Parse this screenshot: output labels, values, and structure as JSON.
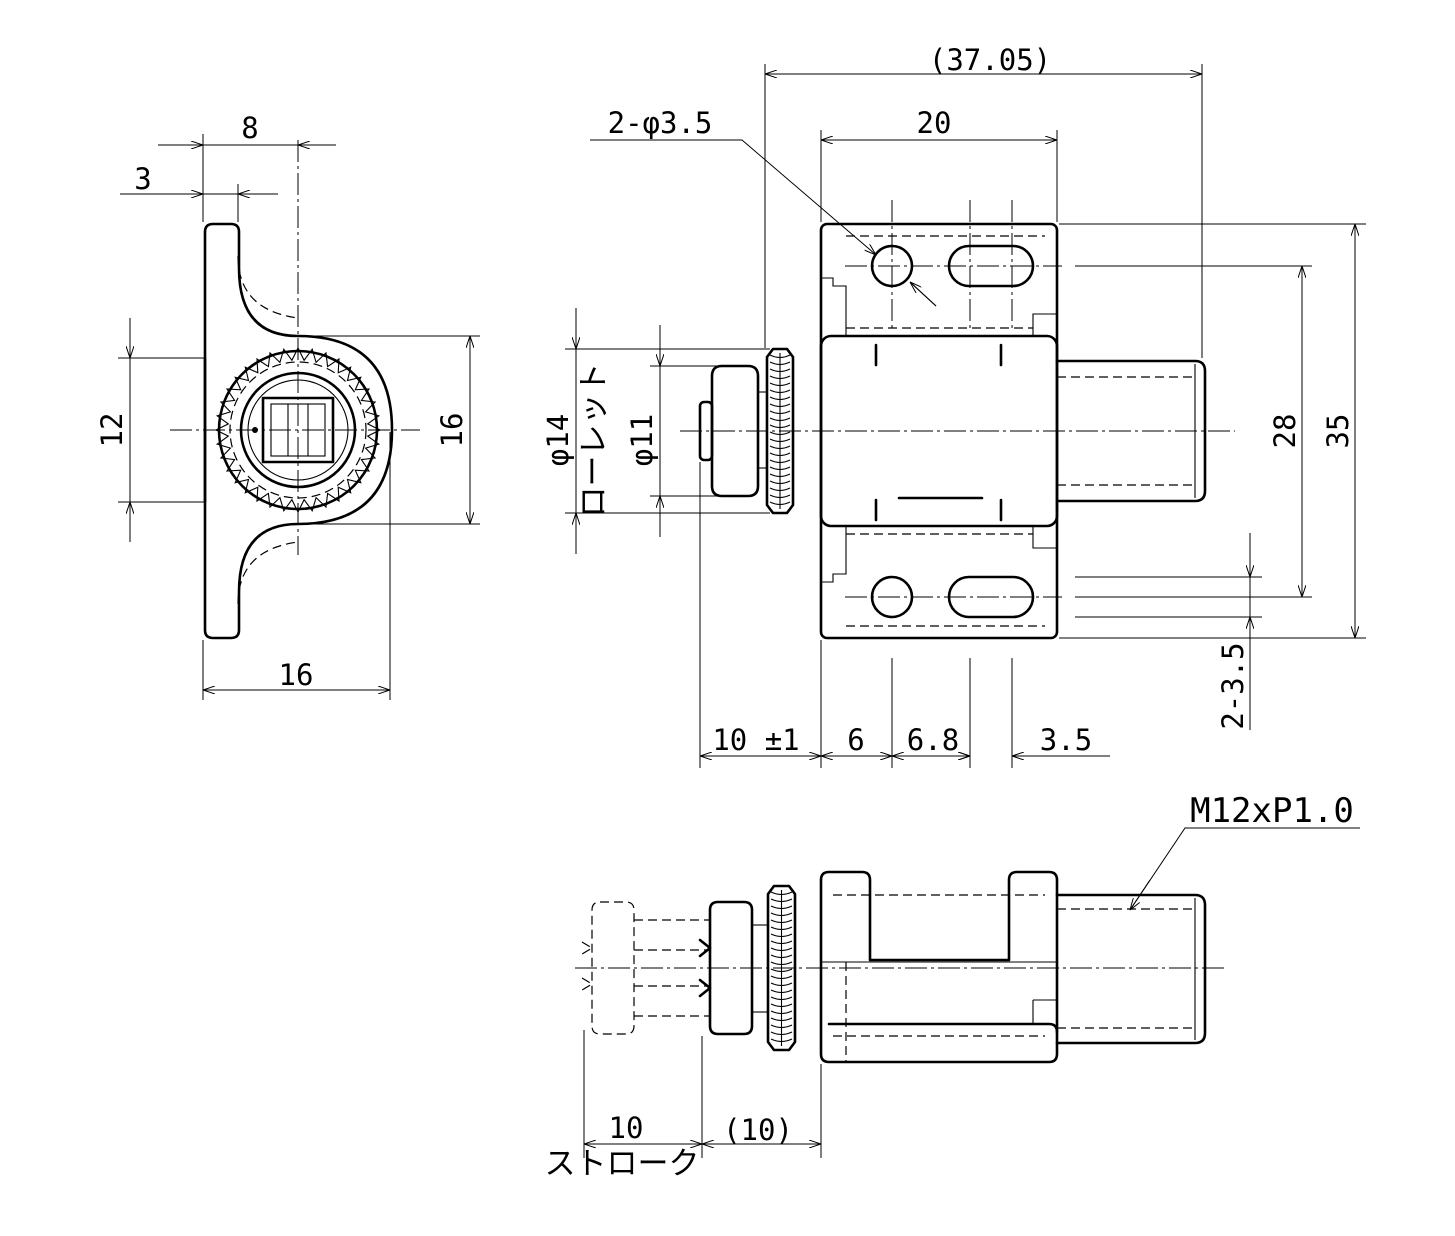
{
  "side_view": {
    "dim_top_8": "8",
    "dim_top_3": "3",
    "dim_left_12": "12",
    "dim_right_16": "16",
    "dim_bottom_16": "16"
  },
  "front_view": {
    "dim_overall_length": "(37.05)",
    "dim_hole_spec": "2-φ3.5",
    "dim_body_width": "20",
    "dim_height_28": "28",
    "dim_height_35": "35",
    "dim_knurl_dia": "φ14",
    "dim_knurl_label": "ローレット",
    "dim_knob_dia": "φ11",
    "dim_slot_spec": "2-3.5",
    "dim_knob_length": "10 ±1",
    "dim_6": "6",
    "dim_6_8": "6.8",
    "dim_3_5": "3.5"
  },
  "bottom_view": {
    "thread_spec": "M12xP1.0",
    "dim_stroke_value": "10",
    "dim_stroke_ref": "(10)",
    "stroke_label": "ストローク"
  }
}
